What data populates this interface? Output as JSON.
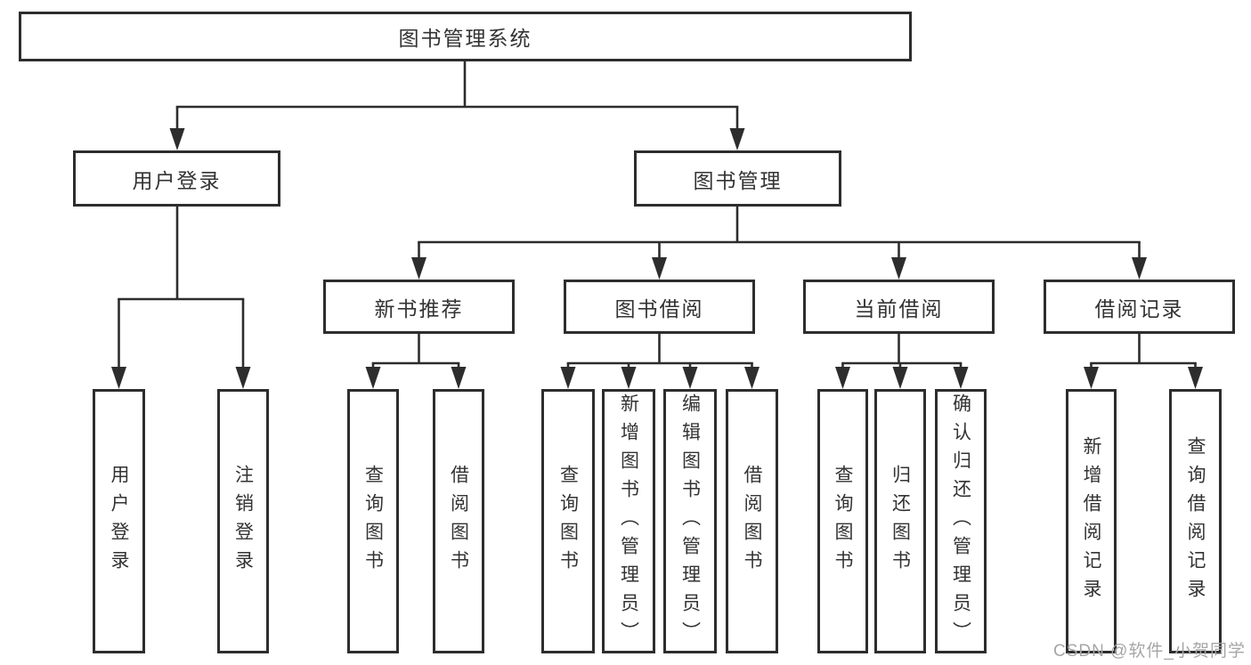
{
  "colors": {
    "background": "#ffffff",
    "line": "#2d2d2d",
    "box_border": "#2d2d2d",
    "text": "#333333",
    "watermark": "#a6a6a6"
  },
  "watermark": {
    "text": "CSDN @软件_小贺同学"
  },
  "tree": {
    "label": "图书管理系统",
    "children": [
      {
        "label": "用户登录",
        "children": [
          {
            "label": "用户登录"
          },
          {
            "label": "注销登录"
          }
        ]
      },
      {
        "label": "图书管理",
        "children": [
          {
            "label": "新书推荐",
            "children": [
              {
                "label": "查询图书"
              },
              {
                "label": "借阅图书"
              }
            ]
          },
          {
            "label": "图书借阅",
            "children": [
              {
                "label": "查询图书"
              },
              {
                "label": "新增图书（管理员）"
              },
              {
                "label": "编辑图书（管理员）"
              },
              {
                "label": "借阅图书"
              }
            ]
          },
          {
            "label": "当前借阅",
            "children": [
              {
                "label": "查询图书"
              },
              {
                "label": "归还图书"
              },
              {
                "label": "确认归还（管理员）"
              }
            ]
          },
          {
            "label": "借阅记录",
            "children": [
              {
                "label": "新增借阅记录"
              },
              {
                "label": "查询借阅记录"
              }
            ]
          }
        ]
      }
    ]
  }
}
